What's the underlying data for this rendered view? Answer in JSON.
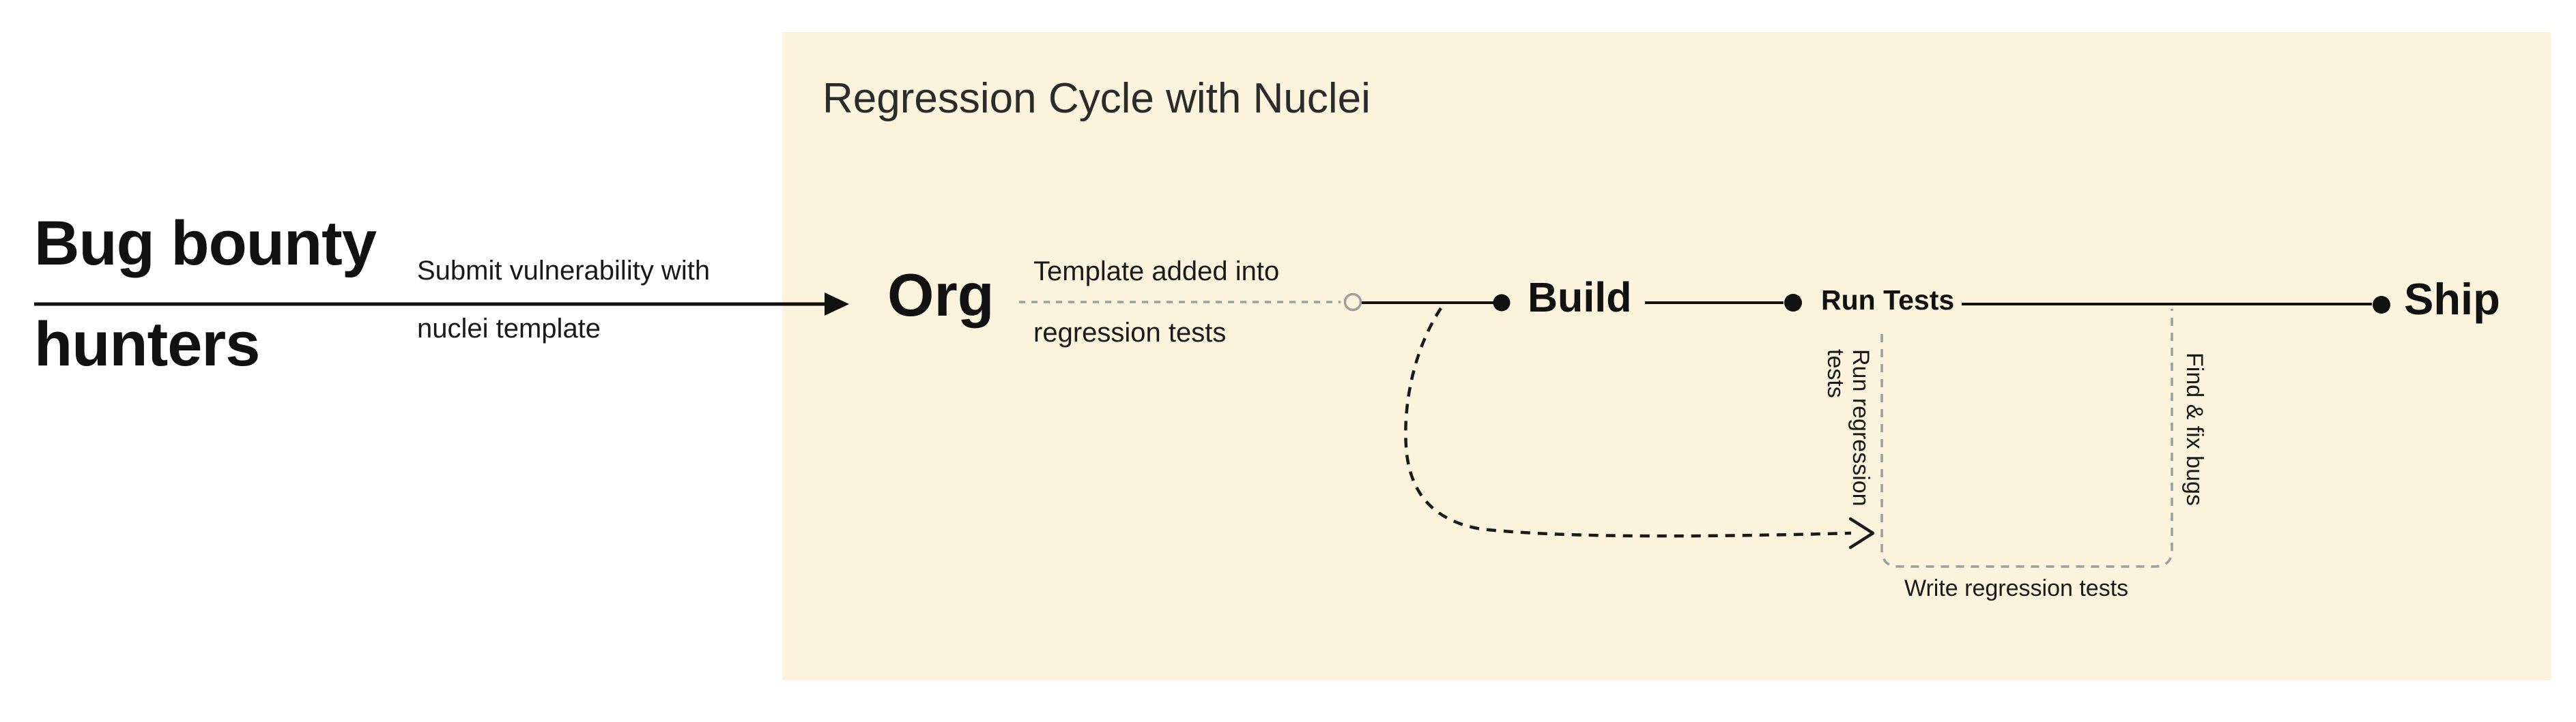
{
  "colors": {
    "background": "#ffffff",
    "panel": "#fcf3dc",
    "ink": "#111111",
    "title": "#2b2b2b",
    "muted_stroke": "#9e9e9e"
  },
  "actor": {
    "line1": "Bug bounty",
    "line2": "hunters"
  },
  "submit_arrow": {
    "label_line1": "Submit vulnerability with",
    "label_line2": "nuclei template"
  },
  "panel": {
    "title": "Regression Cycle with Nuclei",
    "org_label": "Org",
    "template_note": {
      "line1": "Template added into",
      "line2": "regression tests"
    },
    "build_label": "Build",
    "run_tests_label": "Run Tests",
    "ship_label": "Ship",
    "run_regression_note": {
      "line1": "Run regression",
      "line2": "tests"
    },
    "find_fix_note": "Find & fix bugs",
    "write_tests_note": "Write regression tests"
  }
}
